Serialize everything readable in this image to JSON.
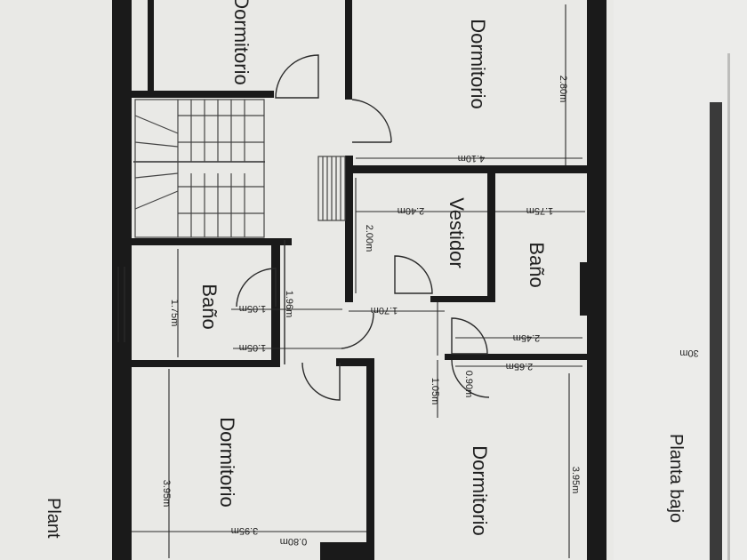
{
  "rooms": {
    "dormitorio_top_left": "Dormitorio",
    "dormitorio_top_right": "Dormitorio",
    "vestidor": "Vestidor",
    "bano_right": "Baño",
    "bano_left": "Baño",
    "dormitorio_bottom_left": "Dormitorio",
    "dormitorio_bottom_right": "Dormitorio"
  },
  "dimensions": {
    "d_280": "2.80m",
    "d_410": "4.10m",
    "d_240": "2.40m",
    "d_175_right": "1.75m",
    "d_200": "2.00m",
    "d_175_left": "1.75m",
    "d_105_a": "1.05m",
    "d_105_b": "1.05m",
    "d_196": "1.96m",
    "d_170": "1.70m",
    "d_245": "2.45m",
    "d_265": "2.65m",
    "d_090": "0.90m",
    "d_105_c": "1.05m",
    "d_395_left": "3.95m",
    "d_395_right": "3.95m",
    "d_395_bottom": "3.95m",
    "d_080": "0.80m",
    "d_30": "30m"
  },
  "labels": {
    "planta_bajo": "Planta bajo",
    "planta_left": "Plant"
  }
}
